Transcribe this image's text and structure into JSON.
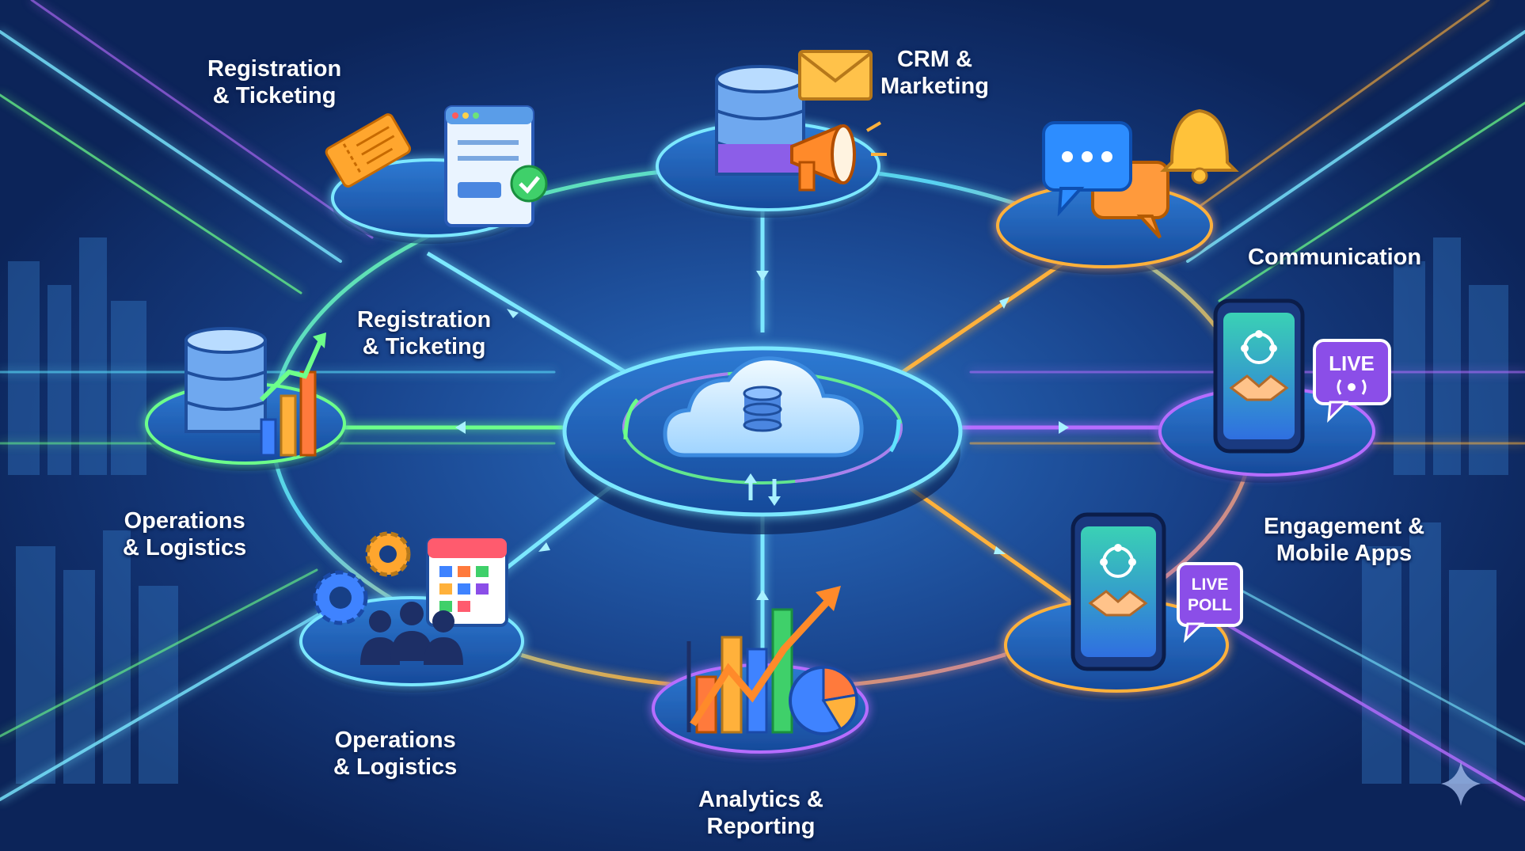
{
  "labels": {
    "reg_ticket_top": [
      "Registration",
      "& Ticketing"
    ],
    "crm_marketing": [
      "CRM &",
      "Marketing"
    ],
    "communication": [
      "Communication"
    ],
    "reg_ticket_mid": [
      "Registration",
      "& Ticketing"
    ],
    "ops_logistics_left": [
      "Operations",
      "& Logistics"
    ],
    "engagement_mobile": [
      "Engagement &",
      "Mobile Apps"
    ],
    "ops_logistics_bottom": [
      "Operations",
      "& Logistics"
    ],
    "analytics_reporting": [
      "Analytics &",
      "Reporting"
    ]
  },
  "badges": {
    "live": "LIVE",
    "live_poll": [
      "LIVE",
      "POLL"
    ]
  },
  "colors": {
    "background": "#153b7e",
    "cyan_glow": "#5fe3ff",
    "green_glow": "#6dff8a",
    "orange_glow": "#ffb13b",
    "purple_glow": "#b66dff",
    "platform": "#1e5fb8",
    "cloud": "#cfe9ff"
  },
  "icons": [
    "ticket-icon",
    "browser-check-icon",
    "database-icon",
    "envelope-icon",
    "megaphone-icon",
    "chat-bubbles-icon",
    "bell-icon",
    "growth-chart-icon",
    "cloud-database-icon",
    "mobile-app-icon",
    "live-badge-icon",
    "gears-icon",
    "calendar-icon",
    "team-icon",
    "analytics-chart-icon",
    "pie-chart-icon",
    "live-poll-icon",
    "sparkle-icon"
  ]
}
